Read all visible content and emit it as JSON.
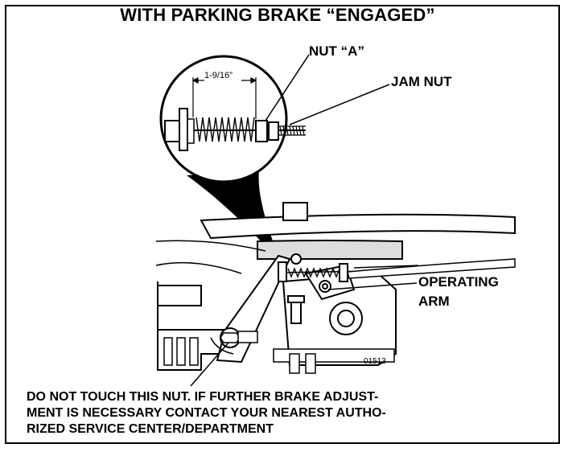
{
  "title": "WITH PARKING BRAKE “ENGAGED”",
  "callouts": {
    "nut_a": "NUT “A”",
    "jam_nut": "JAM NUT",
    "operating_arm_line1": "OPERATING",
    "operating_arm_line2": "ARM"
  },
  "dimension": "1-9/16”",
  "figure_code": "01513",
  "warning_lines": [
    "DO NOT TOUCH THIS NUT.  IF FURTHER BRAKE ADJUST-",
    "MENT IS NECESSARY CONTACT YOUR NEAREST AUTHO-",
    "RIZED SERVICE CENTER/DEPARTMENT"
  ],
  "colors": {
    "ink": "#000000",
    "paper": "#ffffff",
    "shade": "#bdbdbd"
  }
}
